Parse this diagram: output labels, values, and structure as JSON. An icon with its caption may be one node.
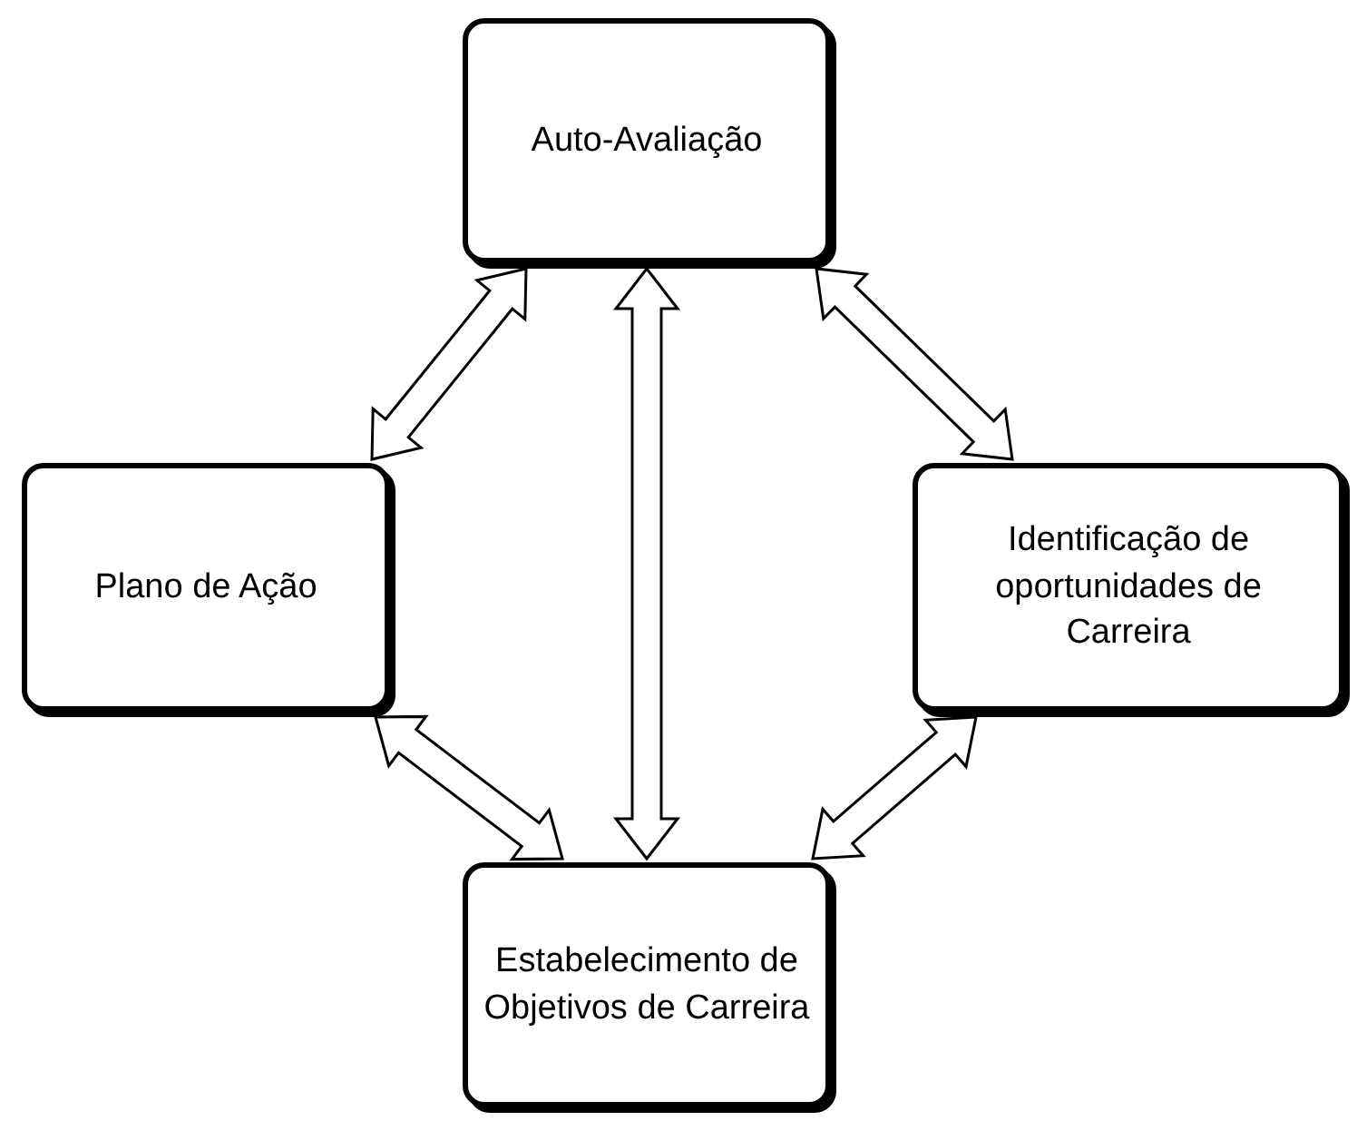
{
  "diagram": {
    "nodes": [
      {
        "text": [
          "Auto-Avaliação"
        ]
      },
      {
        "text": [
          "Plano de Ação"
        ]
      },
      {
        "text": [
          "Identificação de oportunidades de Carreira"
        ]
      },
      {
        "text": [
          "Estabelecimento de Objetivos de Carreira"
        ]
      }
    ],
    "edges": [
      {
        "from": 0,
        "to": 1,
        "arrow": "both"
      },
      {
        "from": 0,
        "to": 3,
        "arrow": "both"
      },
      {
        "from": 0,
        "to": 2,
        "arrow": "both"
      },
      {
        "from": 1,
        "to": 3,
        "arrow": "both"
      },
      {
        "from": 2,
        "to": 3,
        "arrow": "both"
      }
    ]
  }
}
